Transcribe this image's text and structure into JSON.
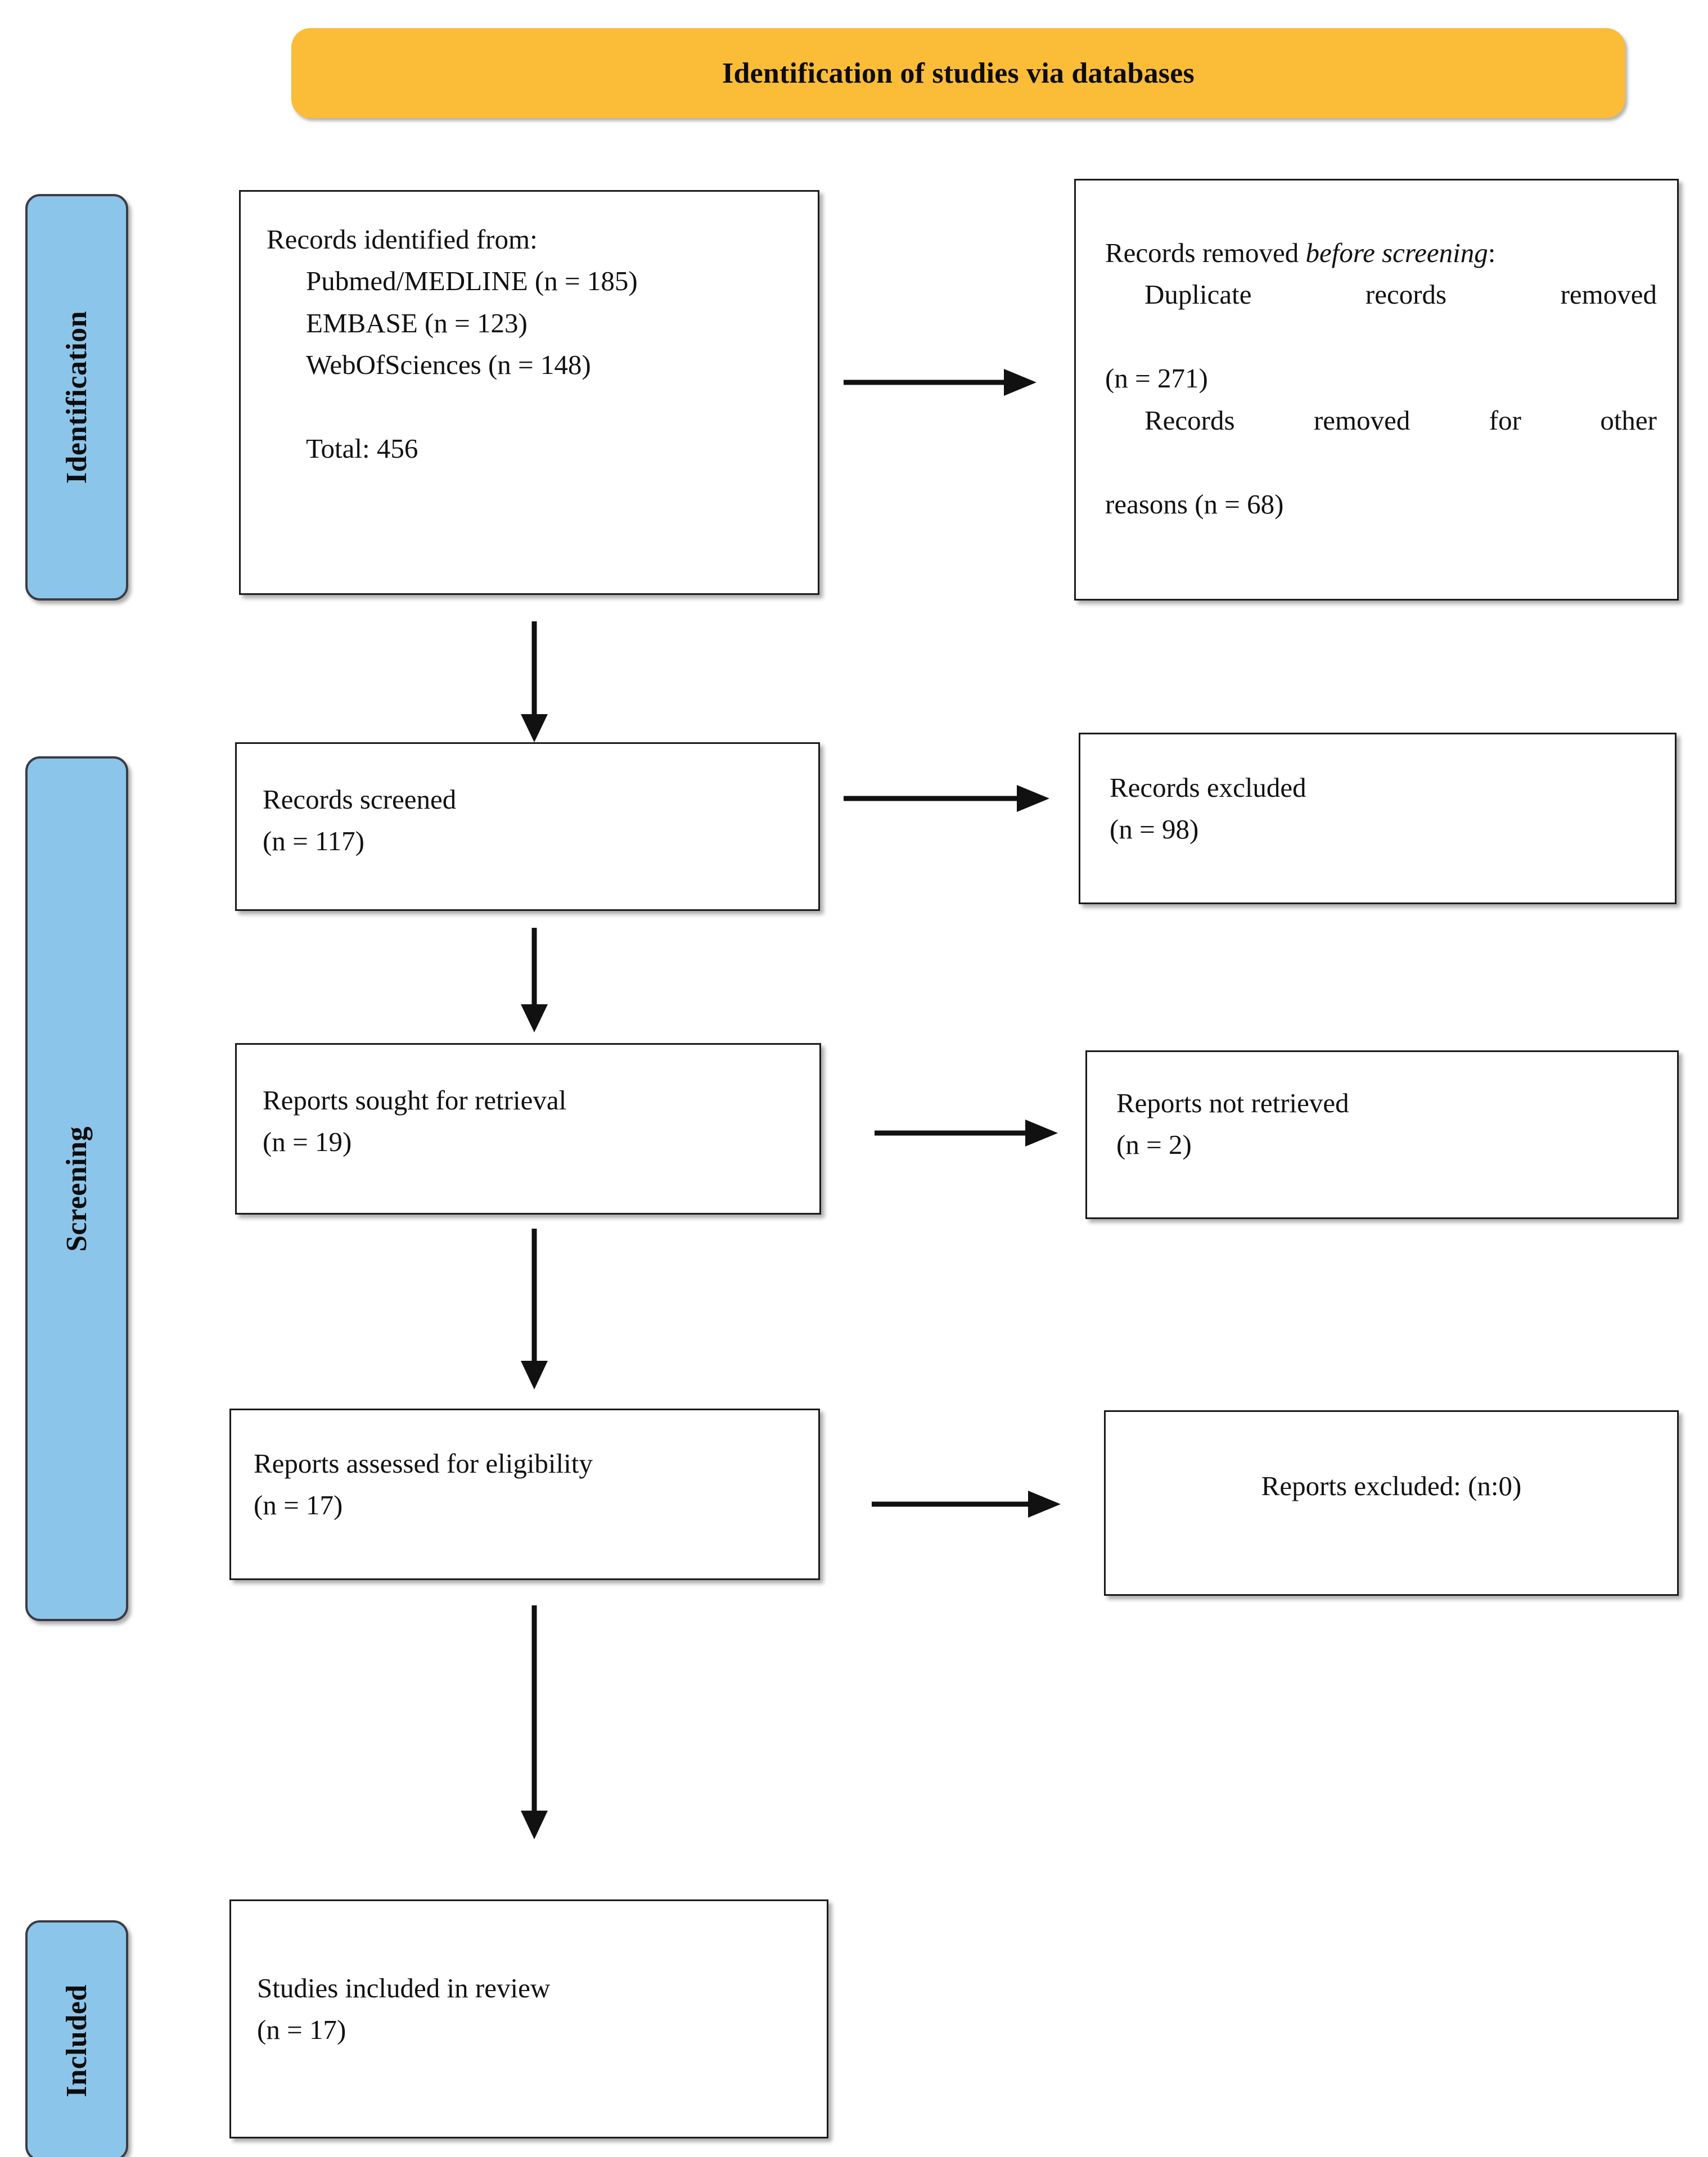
{
  "banner": {
    "title": "Identification of studies via databases",
    "color": "#FBBC38"
  },
  "stages": [
    {
      "key": "identification",
      "label": "Identification",
      "color": "#8CC5EA"
    },
    {
      "key": "screening",
      "label": "Screening",
      "color": "#8CC5EA"
    },
    {
      "key": "included",
      "label": "Included",
      "color": "#8CC5EA"
    }
  ],
  "boxes": {
    "records_identified": {
      "heading": "Records identified from:",
      "sources": [
        "Pubmed/MEDLINE (n = 185)",
        "EMBASE (n = 123)",
        "WebOfSciences (n = 148)"
      ],
      "total": "Total: 456"
    },
    "records_removed": {
      "heading_prefix": "Records removed ",
      "heading_italic": "before screening",
      "heading_suffix": ":",
      "lines": [
        "Duplicate records removed",
        "(n = 271)",
        "Records removed for other",
        "reasons (n = 68)"
      ]
    },
    "records_screened": {
      "label": "Records screened",
      "count": "(n = 117)"
    },
    "records_excluded": {
      "label": "Records excluded",
      "count": "(n = 98)"
    },
    "reports_sought": {
      "label": "Reports sought for retrieval",
      "count": "(n = 19)"
    },
    "reports_not_retrieved": {
      "label": "Reports not retrieved",
      "count": "(n = 2)"
    },
    "reports_assessed": {
      "label": "Reports assessed for eligibility",
      "count": "(n = 17)"
    },
    "reports_excluded": {
      "label": "Reports excluded: (n:0)"
    },
    "studies_included": {
      "label": "Studies included in review",
      "count": "(n = 17)"
    }
  }
}
